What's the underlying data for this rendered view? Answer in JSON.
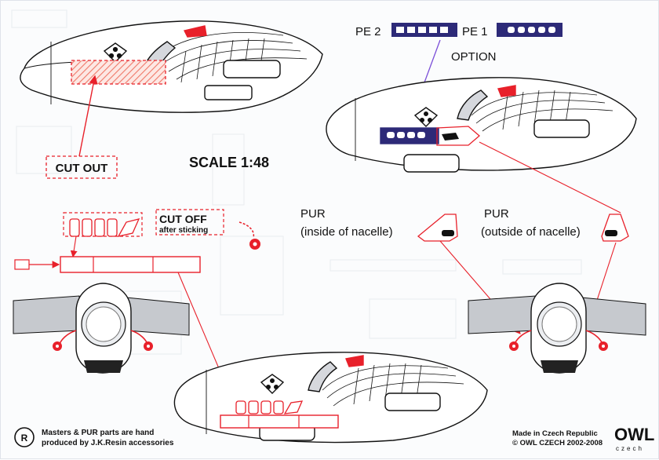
{
  "scale": "SCALE 1:48",
  "cut_out": "CUT OUT",
  "cut_off": "CUT OFF",
  "after_sticking": "after sticking",
  "pe2": "PE 2",
  "pe1": "PE 1",
  "option": "OPTION",
  "pur": "PUR",
  "pur_inside": "(inside of nacelle)",
  "pur_outside": "(outside of nacelle)",
  "credits_line1": "Masters & PUR parts are hand",
  "credits_line2": "produced by J.K.Resin accessories",
  "made_in": "Made in Czech Republic",
  "copyright": "© OWL CZECH 2002-2008",
  "logo": "OWL",
  "logo_sub": "czech",
  "colors": {
    "red": "#e8202a",
    "hatch": "#f07a6a",
    "navy": "#2d2a78",
    "line": "#111111",
    "grey": "#b9bcc3",
    "ghost": "#e3e6eb"
  }
}
